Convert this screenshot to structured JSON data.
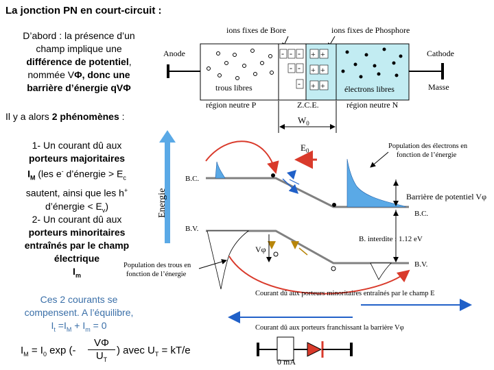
{
  "title": "La jonction PN en court-circuit :",
  "intro": {
    "line1": "D’abord : la présence d’un",
    "line2": "champ implique une",
    "line3_bold": "différence de potentiel",
    "line3_tail": ",",
    "line4_pre": "nommée V",
    "line4_phi": "Φ",
    "line4_post": ", donc une",
    "line5_bold": "barrière d’énergie qV",
    "line5_phi": "Φ"
  },
  "two_phen": {
    "pre": "Il y a alors ",
    "bold": "2 phénomènes",
    "post": " :"
  },
  "phen1": {
    "line1": "1- Un courant dû aux",
    "line2": "porteurs majoritaires",
    "l3_I": "I",
    "l3_sub": "M",
    "l3_text": " (les e",
    "l3_sup": "-",
    "l3_text2": " d’énergie > E",
    "l3_sub2": "c",
    "line4": "sautent, ainsi que les h",
    "line4_sup": "+",
    "line5": "d’énergie < E",
    "line5_sub": "v",
    "line5_tail": ")"
  },
  "phen2": {
    "line1": "2- Un courant dû aux",
    "line2": "porteurs minoritaires",
    "line3": "entraînés par le champ",
    "line4": "électrique",
    "line5_I": "I",
    "line5_sub": "m"
  },
  "compensate": {
    "line1": "Ces 2 courants se",
    "line2": "compensent. A l’équilibre,",
    "eq_I": "I",
    "eq_t": "t",
    "eq_mid": " =I",
    "eq_M": "M",
    "eq_plus": " + I",
    "eq_m": "m",
    "eq_end": " = 0"
  },
  "formula": {
    "IM": "I",
    "IM_sub": "M",
    "eq": " = I",
    "I0_sub": "0",
    "exp": " exp (-",
    "num": "VΦ",
    "den_U": "U",
    "den_sub": "T",
    "close": ") avec U",
    "UT_sub": "T",
    "tail": " = kT/e"
  },
  "diagram": {
    "ions_bore": "ions fixes de Bore",
    "ions_phosphore": "ions fixes de Phosphore",
    "anode": "Anode",
    "cathode": "Cathode",
    "masse": "Masse",
    "trous_libres": "trous libres",
    "electrons_libres": "électrons libres",
    "region_p": "région neutre P",
    "zce": "Z.C.E.",
    "region_n": "région neutre N",
    "w0": "W",
    "w0_sub": "0",
    "e0": "E",
    "e0_sub": "0",
    "energie": "Energie",
    "bc_left": "B.C.",
    "bv_left": "B.V.",
    "pop_electrons_1": "Population des électrons en",
    "pop_electrons_2": "fonction de l’énergie",
    "barriere": "Barrière de potentiel Vφ",
    "bc_right": "B.C.",
    "vphi": "Vφ",
    "b_interdite": "B. interdite : 1.12 eV",
    "bv_right": "B.V.",
    "pop_trous_1": "Population des trous en",
    "pop_trous_2": "fonction de l’énergie",
    "courant_min": "Courant dû aux porteurs minoritaires entraînés par le champ E",
    "courant_maj": "Courant dû aux porteurs franchissant la barrière Vφ",
    "ammeter": "0 mA"
  },
  "colors": {
    "p_region": "#ffffff",
    "n_region": "#c2ecf2",
    "blue_fill": "#5aa9e6",
    "blue_dark": "#1f5fa8",
    "arrow_red": "#d93a2b",
    "arrow_blue": "#2060c8",
    "band": "#808080",
    "gold": "#b8860b"
  }
}
